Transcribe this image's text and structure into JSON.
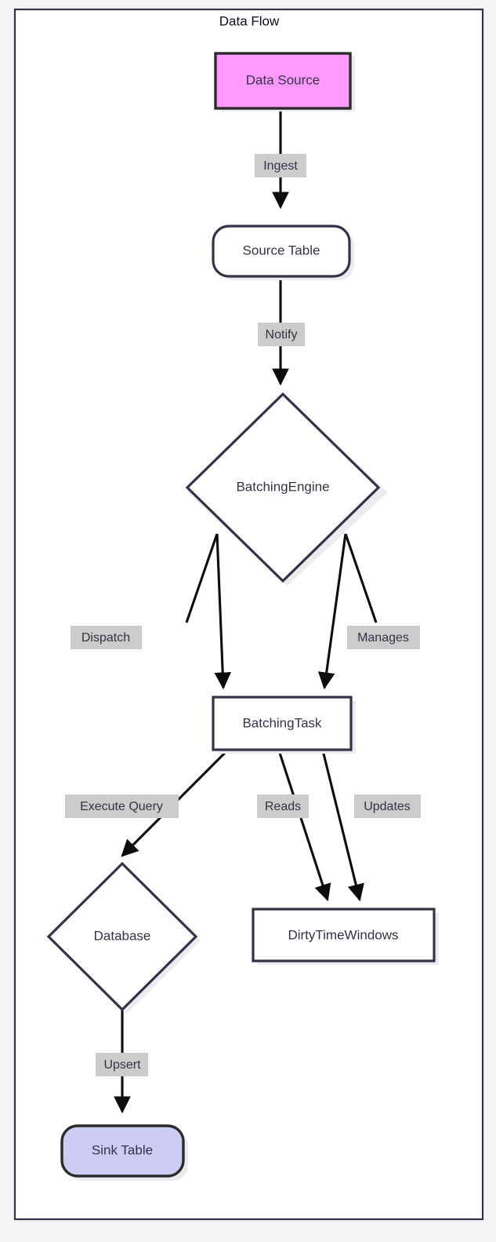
{
  "diagram": {
    "type": "flowchart",
    "title": "Data Flow",
    "background_color": "#f4f4f6",
    "subgraph_fill": "#ffffff",
    "subgraph_border": "#333347",
    "nodes": [
      {
        "id": "data-source",
        "label": "Data Source",
        "shape": "rectangle",
        "fill": "#ff99ff",
        "stroke": "#2b2b2b",
        "text_color": "#0b0b14"
      },
      {
        "id": "source-table",
        "label": "Source Table",
        "shape": "rounded-rectangle",
        "fill": "#ffffff",
        "stroke": "#333347",
        "text_color": "#333347"
      },
      {
        "id": "batching-engine",
        "label": "BatchingEngine",
        "shape": "diamond",
        "fill": "#ffffff",
        "stroke": "#333347",
        "text_color": "#333347"
      },
      {
        "id": "batching-task",
        "label": "BatchingTask",
        "shape": "rectangle",
        "fill": "#ffffff",
        "stroke": "#333347",
        "text_color": "#333347"
      },
      {
        "id": "database",
        "label": "Database",
        "shape": "diamond",
        "fill": "#ffffff",
        "stroke": "#333347",
        "text_color": "#333347"
      },
      {
        "id": "dirty-time-windows",
        "label": "DirtyTimeWindows",
        "shape": "rectangle",
        "fill": "#ffffff",
        "stroke": "#333347",
        "text_color": "#333347"
      },
      {
        "id": "sink-table",
        "label": "Sink Table",
        "shape": "rounded-rectangle",
        "fill": "#ccccf4",
        "stroke": "#2b2b2b",
        "text_color": "#333347"
      }
    ],
    "edges": [
      {
        "id": "edge-ingest",
        "from": "data-source",
        "to": "source-table",
        "label": "Ingest"
      },
      {
        "id": "edge-notify",
        "from": "source-table",
        "to": "batching-engine",
        "label": "Notify"
      },
      {
        "id": "edge-dispatch",
        "from": "batching-engine",
        "to": "batching-task",
        "label": "Dispatch"
      },
      {
        "id": "edge-manages",
        "from": "batching-engine",
        "to": "batching-task",
        "label": "Manages"
      },
      {
        "id": "edge-execute-query",
        "from": "batching-task",
        "to": "database",
        "label": "Execute Query"
      },
      {
        "id": "edge-reads",
        "from": "batching-task",
        "to": "dirty-time-windows",
        "label": "Reads"
      },
      {
        "id": "edge-updates",
        "from": "batching-task",
        "to": "dirty-time-windows",
        "label": "Updates"
      },
      {
        "id": "edge-upsert",
        "from": "database",
        "to": "sink-table",
        "label": "Upsert"
      }
    ]
  }
}
